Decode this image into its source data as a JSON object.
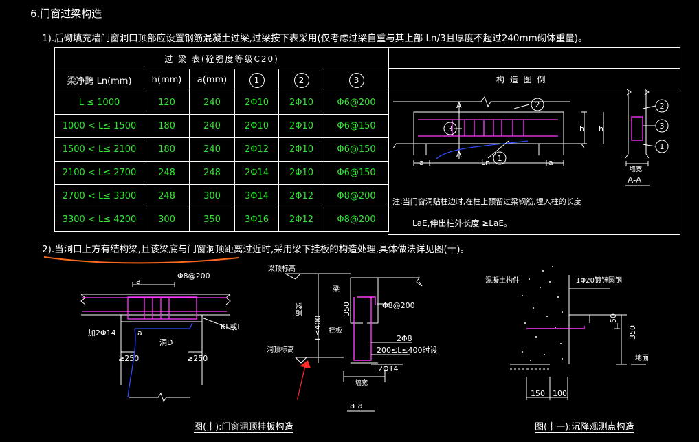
{
  "section_heading": "6.门窗过梁构造",
  "item1_text": "1).后砌填充墙门窗洞口顶部应设置钢筋混凝土过梁,过梁按下表采用(仅考虑过梁自重与其上部 Ln/3且厚度不超过240mm砌体重量)。",
  "table": {
    "title": "过 梁 表(砼强度等级C20)",
    "headers": [
      "梁净跨 Ln(mm)",
      "h(mm)",
      "a(mm)",
      "1",
      "2",
      "3"
    ],
    "rows": [
      [
        "L ≤ 1000",
        "120",
        "240",
        "2Φ10",
        "2Φ10",
        "Φ6@200"
      ],
      [
        "1000 < L≤ 1500",
        "180",
        "240",
        "2Φ10",
        "2Φ10",
        "Φ6@150"
      ],
      [
        "1500 < L≤ 2100",
        "180",
        "240",
        "2Φ12",
        "2Φ10",
        "Φ6@150"
      ],
      [
        "2100 < L≤ 2700",
        "248",
        "248",
        "2Φ14",
        "2Φ10",
        "Φ6@150"
      ],
      [
        "2700 < L≤ 3300",
        "248",
        "300",
        "3Φ14",
        "2Φ12",
        "Φ8@200"
      ],
      [
        "3300 < L≤ 4200",
        "300",
        "350",
        "3Φ16",
        "2Φ12",
        "Φ8@200"
      ]
    ]
  },
  "construction_panel": {
    "title": "构 造 图 例",
    "labels": {
      "A_top": "A",
      "A_bottom": "A",
      "a_left": "a",
      "a_right": "a",
      "Ln": "Ln",
      "h_mark": "h",
      "section": "A-A",
      "wall_width": "墙宽",
      "c1": "1",
      "c2": "2",
      "c3": "3"
    },
    "note_line1": "注:当门窗洞贴柱边时,在柱上预留过梁钢筋,埋入柱的长度",
    "note_line2": "LaE,伸出柱外长度 ≥LaE。"
  },
  "item2_text": "2).当洞口上方有结构梁,且该梁底与门窗洞顶距离过近时,采用梁下挂板的构造处理,具体做法详见图(十)。",
  "fig10": {
    "a_top": "a",
    "stirrup": "Φ8@200",
    "add_bar": "加2Φ14",
    "a_mid": "a",
    "hole": "洞D",
    "kl": "KL或L",
    "dim_left": "≥250",
    "dim_right": "≥250",
    "caption": "图(十):门窗洞顶挂板构造"
  },
  "section_aa": {
    "beam_top_level": "梁顶标高",
    "beam": "梁",
    "beam_depth": "梁高",
    "dim_350": "350",
    "hanging_plate": "挂板",
    "hole_top_level": "洞顶标高",
    "L_limit": "L≤400",
    "stirrup": "Φ8@200",
    "bar_2phi8": "2Φ8",
    "cond": "200≤L≤400时设",
    "bar_2phi14": "2Φ14",
    "wall_width": "墙宽",
    "label": "a-a"
  },
  "fig11": {
    "column": "混凝土构件",
    "bent_bar": "1Φ20镀锌圆钢",
    "dim_50": "50",
    "dim_350": "350",
    "dim_150": "150",
    "dim_100": "100",
    "ground": "地面",
    "caption": "图(十一):沉降观测点构造"
  },
  "colors": {
    "background": "#000000",
    "line": "#ffffff",
    "green": "#2ee82e",
    "magenta": "#ff38ff",
    "blue": "#2f4cff",
    "underline_orange": "#ff6a1a",
    "arrow_red": "#ff2a2a"
  }
}
